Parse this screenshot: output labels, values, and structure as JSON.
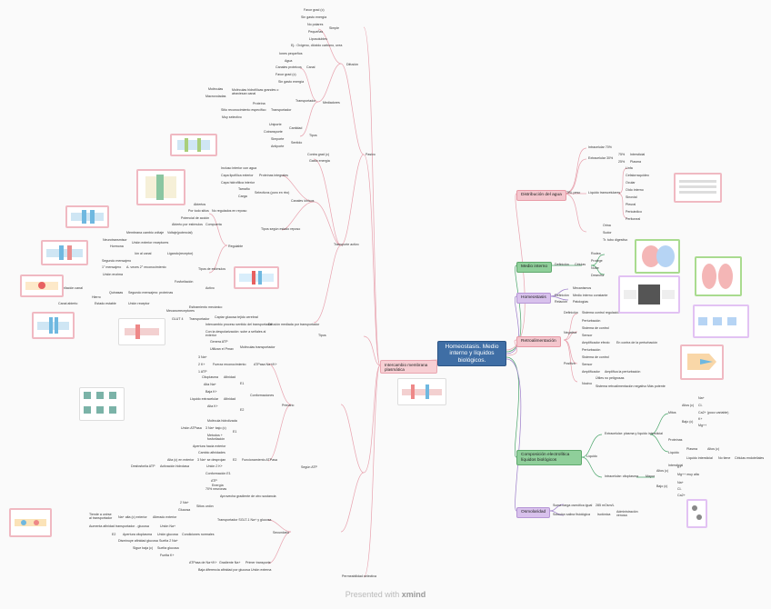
{
  "central": "Homeostasis. Medio interno y líquidos biológicos.",
  "footer": {
    "prefix": "Presented with",
    "brand": "xmind"
  },
  "right_topics": {
    "distribucion": "Distribución del agua",
    "medio": "Medio interno",
    "homeostasis": "Homeostasis",
    "retro": "Retroalimentación",
    "composicion": "Composición electrolítica líquidos biológicos",
    "osmolaridad": "Osmolaridad"
  },
  "left_topic": "Intercambio membrana plasmática",
  "right_labels": {
    "d1": "Intracelular 70%",
    "d2": "Extracelular 30%",
    "d3": "75%",
    "d4": "Intersticial",
    "d5": "25%",
    "d6": "Plasma",
    "d7": "Líquido transcelulares",
    "d8": "TBL peso",
    "d9": "Linfa",
    "d10": "Cefalorraquídeo",
    "d11": "Ocular",
    "d12": "Oído interno",
    "d13": "Sinovial",
    "d14": "Pleural",
    "d15": "Pericárdico",
    "d16": "Peritoneal",
    "d17": "Orina",
    "d18": "Sudor",
    "d19": "Tr. tubo digestivo",
    "m1": "Definición",
    "m2": "Células",
    "m3": "Rodea",
    "m4": "Protege",
    "m5": "Nutre",
    "m6": "Desecha",
    "h1": "Mecanismos",
    "h2": "Definición",
    "h3": "Medio interno constante",
    "h4": "Relación",
    "h5": "Patologías",
    "r1": "Definición",
    "r2": "Sistema control regulación",
    "r3": "Perturbación",
    "r4": "Sistema de control",
    "r5": "Negativa",
    "r6": "Sensor",
    "r7": "Amplificador efecto",
    "r8": "En contra de la perturbación",
    "r9": "Perturbación",
    "r10": "Sistema de control",
    "r11": "Positiva",
    "r12": "Sensor",
    "r13": "Amplificador",
    "r14": "Amplifica la perturbación",
    "r15": "Útiles no peligrosas",
    "r16": "Nocivo",
    "r17": "Sistema retroalimentación negativo",
    "r18": "Más potente",
    "c1": "Líquido",
    "c2": "Extracelular: plasma y líquido intersticial",
    "c3": "Intracelular: citoplasma",
    "c4": "Mitos",
    "c5": "Altos (c)",
    "c6": "Na+",
    "c7": "Cl-",
    "c8": "Ca2+ (poco variable)",
    "c9": "Bajo (c)",
    "c10": "K+",
    "c11": "Mg++",
    "c12": "Líquido",
    "c13": "Plasma",
    "c14": "Altos (c)",
    "c15": "Líquido intersticial",
    "c16": "No tiene",
    "c17": "Células endoteliales",
    "c18": "Proteínas",
    "c19": "Intersticial",
    "c20": "Altos (c)",
    "c21": "K+",
    "c22": "Mg++ muy alta",
    "c23": "Bajo (c)",
    "c24": "Na+",
    "c25": "Cl-",
    "c26": "Ca2+",
    "c27": "Mayor",
    "o1": "Suma carga osmótica igual",
    "o2": "285 mOsm/L",
    "o3": "Solución salina fisiológica",
    "o4": "Isotónica",
    "o5": "Administración venosa"
  },
  "left_labels": {
    "a1": "Favor grad (c)",
    "a2": "Sin gasto energía",
    "a3": "No polares",
    "a4": "Pequeñas",
    "a5": "Liposolubles",
    "a6": "Ej.: Oxígeno, dióxido carbono, urea",
    "a7": "Simple",
    "a8": "Iones pequeños",
    "a9": "Agua",
    "a10": "Canales proteicos",
    "a11": "Canal",
    "a12": "Favor grad (c)",
    "a13": "Sin gasto energía",
    "a14": "Moléculas",
    "a15": "Macrovoladas",
    "a16": "Moléculas hidrofílicas grandes o atraviesan canal",
    "a17": "Transportador",
    "a18": "Mediadores",
    "a19": "Difusión",
    "a20": "Proteína",
    "a21": "Sitio reconocimiento específico",
    "a22": "Transportador",
    "a23": "Muy selectivo",
    "a24": "Uniporte",
    "a25": "Cantidad",
    "a26": "Cotransporte",
    "a27": "Simporte",
    "a28": "Sentido",
    "a29": "Antiporte",
    "a30": "Tipos",
    "a31": "Contra grad (c)",
    "a32": "Gasto energía",
    "a33": "Pasivo",
    "b1": "Incluso interior con agua",
    "b2": "Capa lipofílica exterior",
    "b3": "Capa hidrofílica interior",
    "b4": "Proteínas integrales",
    "b5": "Tamaño",
    "b6": "Carga",
    "b7": "Selectivos (poro en rtro)",
    "b8": "Canales iónicos",
    "b9": "Abiertos",
    "b10": "Por todo sitios",
    "b11": "No regulados en reposo",
    "b12": "Potencial de acción",
    "b13": "Abierto por estímulos",
    "b14": "Compuerta",
    "b15": "Membrana cambio voltaje",
    "b16": "Voltaje(potencial)",
    "b17": "Tipos según estado reposo",
    "b18": "Neurotransmisor",
    "b19": "Hormona",
    "b20": "Unión exterior receptores",
    "b21": "Ión al canal",
    "b22": "Ligando(receptor)",
    "b23": "Regulable",
    "b24": "Tipos de estímulos",
    "b25": "Segundo mensajero",
    "b26": "1° mensajero",
    "b27": "A. veces 2° reconocimiento",
    "b28": "Unión enzima",
    "b29": "Fosforilación",
    "b30": "Fosforilación canal",
    "b31": "Quinasas",
    "b32": "Segundo mensajero: proteínas",
    "b33": "Hierro",
    "b34": "Canal abierto",
    "b35": "Estado estable",
    "b36": "Unión receptor",
    "b37": "Mecanorreceptores",
    "b38": "Estiramiento mecánico",
    "b39": "Activo",
    "b40": "GLUT 4",
    "b41": "Transportador",
    "b42": "Captar glucosa tejido cerebral",
    "b43": "Intercambio proceso sentido del transportador",
    "b44": "Difusión mediada por transportador",
    "b45": "Con la despolarización: sube a señales al exterior",
    "b46": "Transporte activo",
    "b47": "Tipos",
    "e1": "Genera ATP",
    "e2": "Moléculas transportador",
    "e3": "Utilizan el Pmax",
    "e4": "3 Na+",
    "e5": "2 K+",
    "e6": "Fuerza reconocimiento",
    "e7": "ATPasa Na+/K+",
    "e8": "1 ATP",
    "e9": "Citoplasma",
    "e10": "Afinidad",
    "e11": "Alta Na+",
    "e12": "Baja K+",
    "e13": "E1",
    "e14": "Liquido extracelular",
    "e15": "Afinidad",
    "e16": "Alta K+",
    "e17": "E2",
    "e18": "Conformaciones",
    "e19": "Molécula hidrolizada",
    "e20": "Unión ATPasa",
    "e21": "3 Na+ bajo (c)",
    "e22": "Primario",
    "e23": "E1",
    "e24": "Metodos + fosforilación",
    "e25": "Apertura hacia exterior",
    "e26": "Cambio afinidades",
    "e27": "Alta (c) en exterior",
    "e28": "3 Na+ se desprojan",
    "e29": "Desfosforila ATP",
    "e30": "Activación hidrolasa",
    "e31": "Unión 2 K+",
    "e32": "Funcionamiento ATPasa",
    "e33": "E2",
    "e34": "Conformación E1",
    "e35": "Energía",
    "e36": "ATP",
    "e37": "70% neuronas",
    "e38": "Según ATP",
    "s1": "Aprovecha gradiente de otro sustancia",
    "s2": "2 Na+",
    "s3": "Glucosa",
    "s4": "Sitios unión",
    "s5": "Tiende a unirse al transportador",
    "s6": "Mayor afinidad",
    "s7": "Na+ alta (c) exterior",
    "s8": "Cambio conformacional",
    "s9": "Afinidad gluco",
    "s10": "Alterado exterior",
    "s11": "Tiende a unirse (1)",
    "s12": "Aumenta afinidad transportador - glucosa",
    "s13": "Unión Na+",
    "s14": "Condiciones normales",
    "s15": "Transportador SGLT-1 Na+ y glucosa",
    "s16": "E2",
    "s17": "Apertura citoplasma",
    "s18": "Unión glucosa",
    "s19": "Disminuye afinidad glucosa",
    "s20": "Suelta 2 Na+",
    "s21": "Sigue baja (c)",
    "s22": "Suelta glucosa",
    "s23": "Fuelta K+",
    "s24": "ATPasa de Na+/K+",
    "s25": "Gradiente Na+",
    "s26": "Primer transporte",
    "s27": "Baja diferencia afinidad por glucosa",
    "s28": "Unión externa",
    "s29": "Secundario",
    "s30": "Permeabilidad selectiva"
  }
}
